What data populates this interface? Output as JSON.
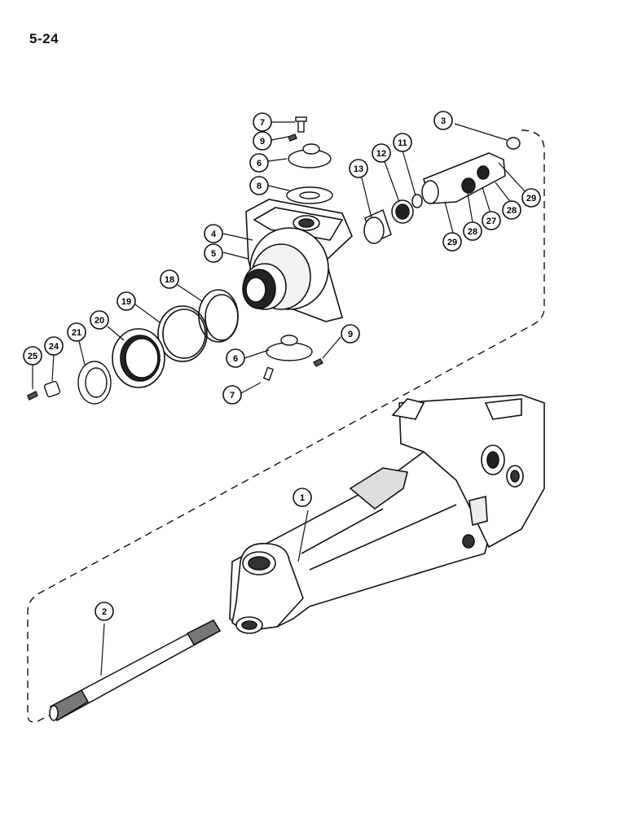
{
  "page_number": "5-24",
  "callouts": [
    {
      "label": "1"
    },
    {
      "label": "2"
    },
    {
      "label": "3"
    },
    {
      "label": "4"
    },
    {
      "label": "5"
    },
    {
      "label": "6"
    },
    {
      "label": "6"
    },
    {
      "label": "7"
    },
    {
      "label": "7"
    },
    {
      "label": "8"
    },
    {
      "label": "9"
    },
    {
      "label": "9"
    },
    {
      "label": "11"
    },
    {
      "label": "12"
    },
    {
      "label": "13"
    },
    {
      "label": "18"
    },
    {
      "label": "19"
    },
    {
      "label": "20"
    },
    {
      "label": "21"
    },
    {
      "label": "24"
    },
    {
      "label": "25"
    },
    {
      "label": "27"
    },
    {
      "label": "28"
    },
    {
      "label": "28"
    },
    {
      "label": "29"
    },
    {
      "label": "29"
    }
  ]
}
